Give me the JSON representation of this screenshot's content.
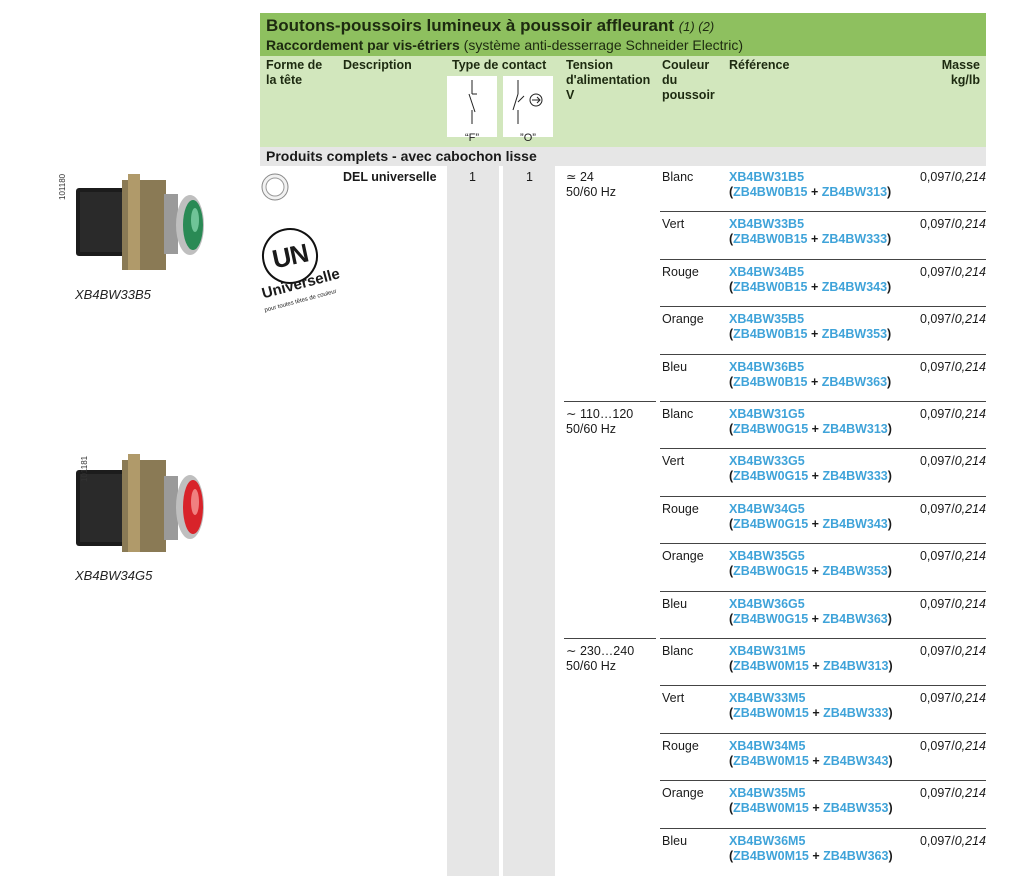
{
  "title": {
    "main": "Boutons-poussoirs lumineux à poussoir affleurant",
    "notes": "(1) (2)",
    "sub_bold": "Raccordement par vis-étriers",
    "sub_rest": "(système anti-desserrage Schneider Electric)"
  },
  "headers": {
    "forme": "Forme de la tête",
    "description": "Description",
    "type_contact": "Type de contact",
    "contact_f": "“F”",
    "contact_o": "”O”",
    "tension": "Tension d'alimentation V",
    "couleur": "Couleur du poussoir",
    "reference": "Référence",
    "masse": "Masse kg/lb"
  },
  "section": "Produits complets - avec cabochon lisse",
  "product": {
    "description": "DEL universelle",
    "f": "1",
    "o": "1",
    "badge_big": "UN",
    "badge_word": "Universelle",
    "badge_small": "pour toutes têtes de couleur"
  },
  "photos": [
    {
      "label": "XB4BW33B5",
      "code": "101180",
      "accent": "#2a8a55"
    },
    {
      "label": "XB4BW34G5",
      "code": "101181",
      "accent": "#d8232a"
    }
  ],
  "groups": [
    {
      "voltage": "≃ 24",
      "freq": "50/60 Hz",
      "rows": [
        {
          "color": "Blanc",
          "ref": "XB4BW31B5",
          "part1": "ZB4BW0B15",
          "part2": "ZB4BW313",
          "mass": "0,097/",
          "mass_lb": "0,214"
        },
        {
          "color": "Vert",
          "ref": "XB4BW33B5",
          "part1": "ZB4BW0B15",
          "part2": "ZB4BW333",
          "mass": "0,097/",
          "mass_lb": "0,214"
        },
        {
          "color": "Rouge",
          "ref": "XB4BW34B5",
          "part1": "ZB4BW0B15",
          "part2": "ZB4BW343",
          "mass": "0,097/",
          "mass_lb": "0,214"
        },
        {
          "color": "Orange",
          "ref": "XB4BW35B5",
          "part1": "ZB4BW0B15",
          "part2": "ZB4BW353",
          "mass": "0,097/",
          "mass_lb": "0,214"
        },
        {
          "color": "Bleu",
          "ref": "XB4BW36B5",
          "part1": "ZB4BW0B15",
          "part2": "ZB4BW363",
          "mass": "0,097/",
          "mass_lb": "0,214"
        }
      ]
    },
    {
      "voltage": "∼ 110…120",
      "freq": "50/60 Hz",
      "rows": [
        {
          "color": "Blanc",
          "ref": "XB4BW31G5",
          "part1": "ZB4BW0G15",
          "part2": "ZB4BW313",
          "mass": "0,097/",
          "mass_lb": "0,214"
        },
        {
          "color": "Vert",
          "ref": "XB4BW33G5",
          "part1": "ZB4BW0G15",
          "part2": "ZB4BW333",
          "mass": "0,097/",
          "mass_lb": "0,214"
        },
        {
          "color": "Rouge",
          "ref": "XB4BW34G5",
          "part1": "ZB4BW0G15",
          "part2": "ZB4BW343",
          "mass": "0,097/",
          "mass_lb": "0,214"
        },
        {
          "color": "Orange",
          "ref": "XB4BW35G5",
          "part1": "ZB4BW0G15",
          "part2": "ZB4BW353",
          "mass": "0,097/",
          "mass_lb": "0,214"
        },
        {
          "color": "Bleu",
          "ref": "XB4BW36G5",
          "part1": "ZB4BW0G15",
          "part2": "ZB4BW363",
          "mass": "0,097/",
          "mass_lb": "0,214"
        }
      ]
    },
    {
      "voltage": "∼ 230…240",
      "freq": "50/60 Hz",
      "rows": [
        {
          "color": "Blanc",
          "ref": "XB4BW31M5",
          "part1": "ZB4BW0M15",
          "part2": "ZB4BW313",
          "mass": "0,097/",
          "mass_lb": "0,214"
        },
        {
          "color": "Vert",
          "ref": "XB4BW33M5",
          "part1": "ZB4BW0M15",
          "part2": "ZB4BW333",
          "mass": "0,097/",
          "mass_lb": "0,214"
        },
        {
          "color": "Rouge",
          "ref": "XB4BW34M5",
          "part1": "ZB4BW0M15",
          "part2": "ZB4BW343",
          "mass": "0,097/",
          "mass_lb": "0,214"
        },
        {
          "color": "Orange",
          "ref": "XB4BW35M5",
          "part1": "ZB4BW0M15",
          "part2": "ZB4BW353",
          "mass": "0,097/",
          "mass_lb": "0,214"
        },
        {
          "color": "Bleu",
          "ref": "XB4BW36M5",
          "part1": "ZB4BW0M15",
          "part2": "ZB4BW363",
          "mass": "0,097/",
          "mass_lb": "0,214"
        }
      ]
    }
  ],
  "colors": {
    "title_green": "#8ec05f",
    "header_green": "#d2e7bd",
    "stripe_grey": "#e6e6e6",
    "ref_blue": "#3fa3d9"
  }
}
